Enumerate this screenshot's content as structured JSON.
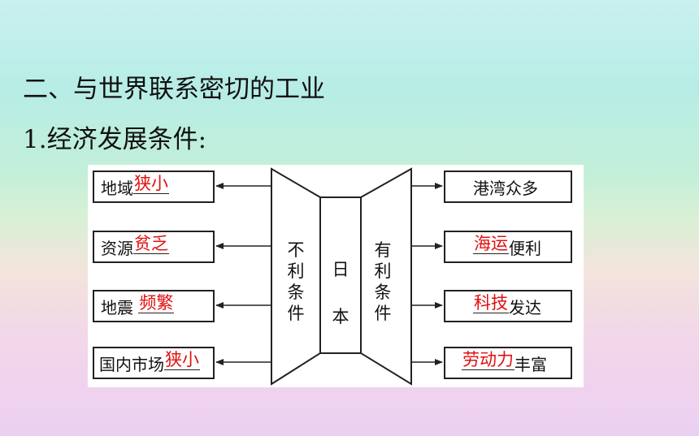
{
  "heading1": "二、与世界联系密切的工业",
  "heading2": "1.经济发展条件:",
  "center_label": [
    "日",
    "本"
  ],
  "left_panel_label": [
    "不",
    "利",
    "条",
    "件"
  ],
  "right_panel_label": [
    "有",
    "利",
    "条",
    "件"
  ],
  "unfavorable": [
    {
      "prefix": "地域",
      "answer": "狭小",
      "suffix": ""
    },
    {
      "prefix": "资源",
      "answer": "贫乏",
      "suffix": ""
    },
    {
      "prefix": "地震 ",
      "answer": "频繁",
      "suffix": ""
    },
    {
      "prefix": "国内市场",
      "answer": "狭小",
      "suffix": ""
    }
  ],
  "favorable": [
    {
      "prefix": "港湾众多",
      "answer": "",
      "suffix": ""
    },
    {
      "prefix": "",
      "answer": "海运",
      "suffix": "便利"
    },
    {
      "prefix": "",
      "answer": "科技",
      "suffix": "发达"
    },
    {
      "prefix": "",
      "answer": "劳动力",
      "suffix": "丰富"
    }
  ],
  "colors": {
    "answer": "#e01010",
    "text": "#111111"
  }
}
